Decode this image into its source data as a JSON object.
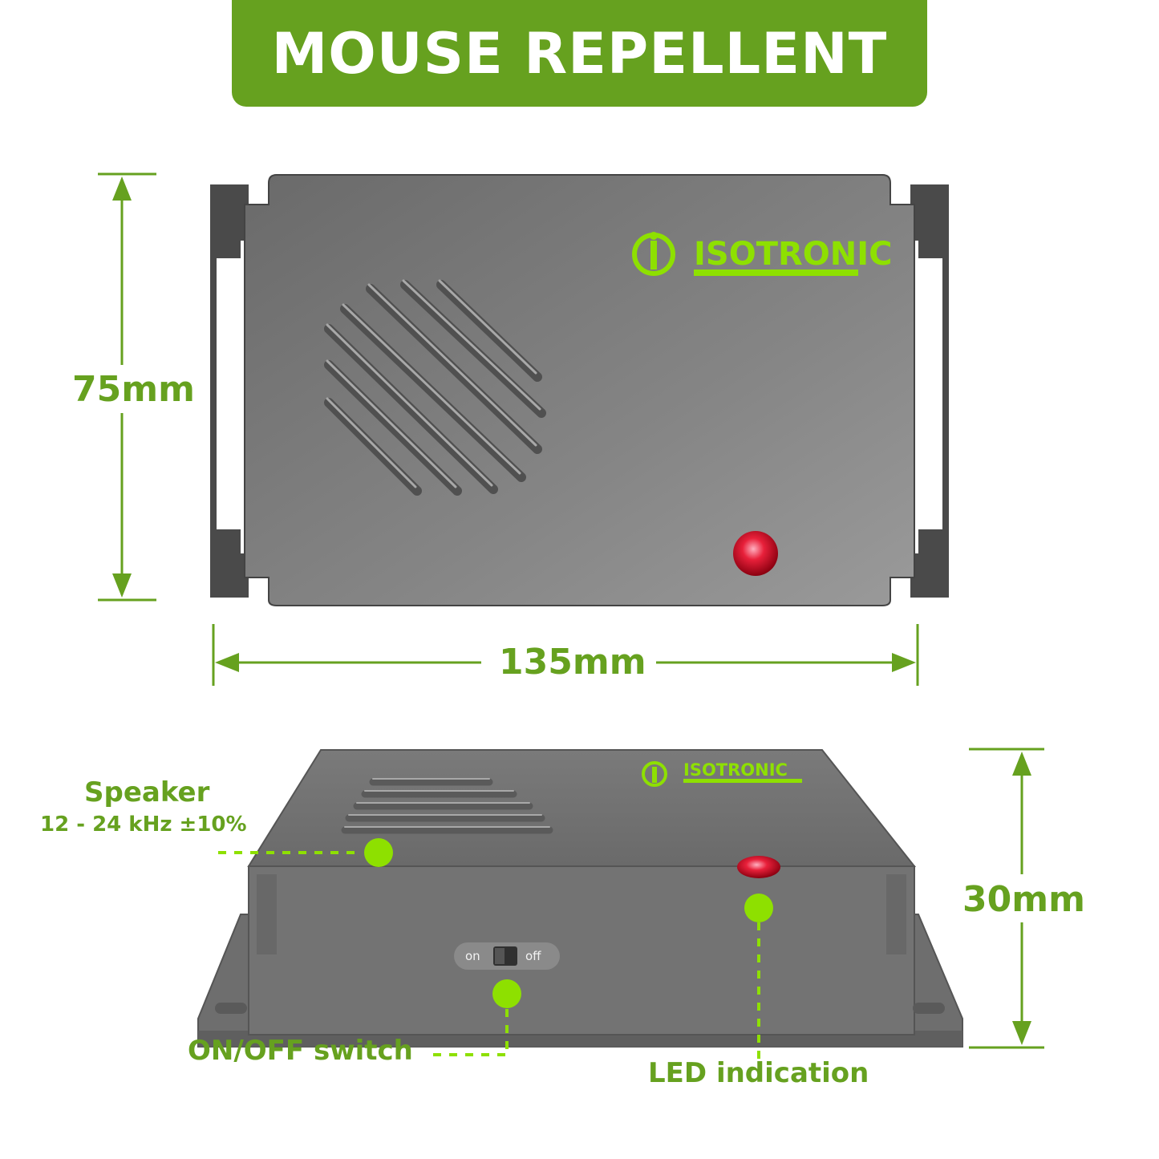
{
  "title": "MOUSE REPELLENT",
  "brand": "ISOTRONIC",
  "dimensions": {
    "height": "75mm",
    "width": "135mm",
    "depth": "30mm"
  },
  "callouts": {
    "speaker_title": "Speaker",
    "speaker_spec": "12 - 24 kHz ±10%",
    "switch": "ON/OFF switch",
    "led": "LED indication",
    "switch_on": "on",
    "switch_off": "off"
  },
  "colors": {
    "accent_green": "#66a11f",
    "lime": "#8ee000",
    "device_gray": "#6f6f6f",
    "led_red": "#e02030"
  }
}
